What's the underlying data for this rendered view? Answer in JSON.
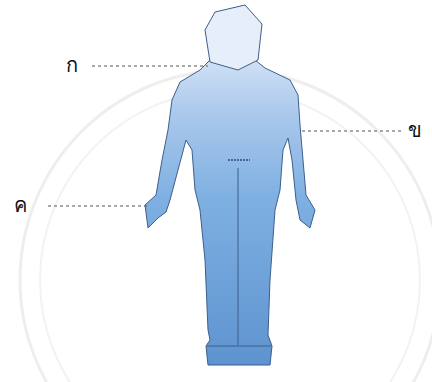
{
  "diagram": {
    "labels": [
      "ก",
      "ข",
      "ค"
    ]
  }
}
